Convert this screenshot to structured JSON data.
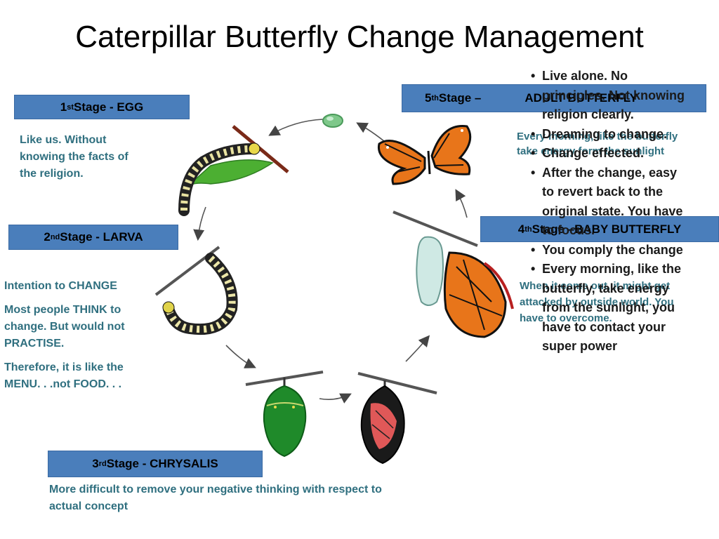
{
  "title": "Caterpillar Butterfly Change Management",
  "stages": {
    "s1": {
      "num": "1",
      "sup": "st",
      "label": " Stage - EGG"
    },
    "s2": {
      "num": "2",
      "sup": "nd",
      "label": " Stage -  LARVA"
    },
    "s3": {
      "num": "3",
      "sup": "rd",
      "label": " Stage - CHRYSALIS"
    },
    "s4": {
      "num": "4",
      "sup": "th",
      "label": " Stage –BABY BUTTERFLY"
    },
    "s5": {
      "num": "5",
      "sup": "th",
      "label": " Stage –",
      "label2": "ADULT BUTTERFLY"
    }
  },
  "descriptions": {
    "egg": "Like us. Without knowing the facts of the religion.",
    "larva": [
      "Intention to CHANGE",
      "Most people THINK to change. But would not PRACTISE.",
      "Therefore, it is like the MENU. . .not FOOD. . ."
    ],
    "chrysalis": "More difficult to remove your negative thinking with respect to actual concept",
    "baby": "When it come out, it might get attacked by outside world. You have to overcome.",
    "adult": "Every morning, like the butterfly take energy form the sunlight"
  },
  "bullets": [
    "Live alone. No principles. Not knowing religion clearly.",
    "Dreaming to change.",
    "Change effected.",
    "After the change, easy to revert back to the original state. You have to focus.",
    "You comply the change",
    "Every morning, like the butterfly, take energy from the sunlight, you have to contact your super power"
  ],
  "colors": {
    "stage_box": "#4a7ebb",
    "description_text": "#2f6f7f",
    "caterpillar_green": "#4caf32",
    "chrysalis_green": "#1f8a2a",
    "butterfly_orange": "#e8751a"
  },
  "icons": [
    "egg-icon",
    "caterpillar-on-leaf-icon",
    "hanging-caterpillar-icon",
    "green-chrysalis-icon",
    "dark-chrysalis-icon",
    "emerging-butterfly-icon",
    "adult-butterfly-icon"
  ]
}
